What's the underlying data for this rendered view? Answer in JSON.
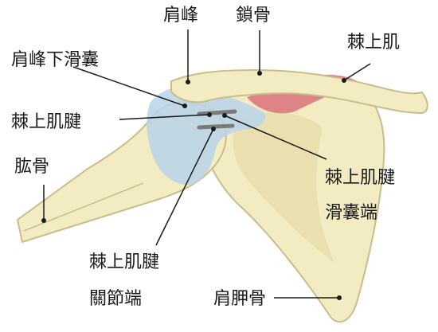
{
  "labels": {
    "acromion": "肩峰",
    "clavicle": "鎖骨",
    "supraspinatus": "棘上肌",
    "subacromial_bursa": "肩峰下滑囊",
    "supraspinatus_tendon": "棘上肌腱",
    "humerus": "肱骨",
    "tendon_bursal_side_line1": "棘上肌腱",
    "tendon_bursal_side_line2": "滑囊端",
    "tendon_articular_side_line1": "棘上肌腱",
    "tendon_articular_side_line2": "關節端",
    "scapula": "肩胛骨"
  },
  "colors": {
    "bone_fill": "#f3ecc2",
    "bone_stroke": "#c9bd8a",
    "bone_shadow": "#e6dba6",
    "muscle": "#d9727c",
    "bursa": "#b9d4ea",
    "tendon": "#7a7a7a",
    "line": "#1a1a1a"
  }
}
